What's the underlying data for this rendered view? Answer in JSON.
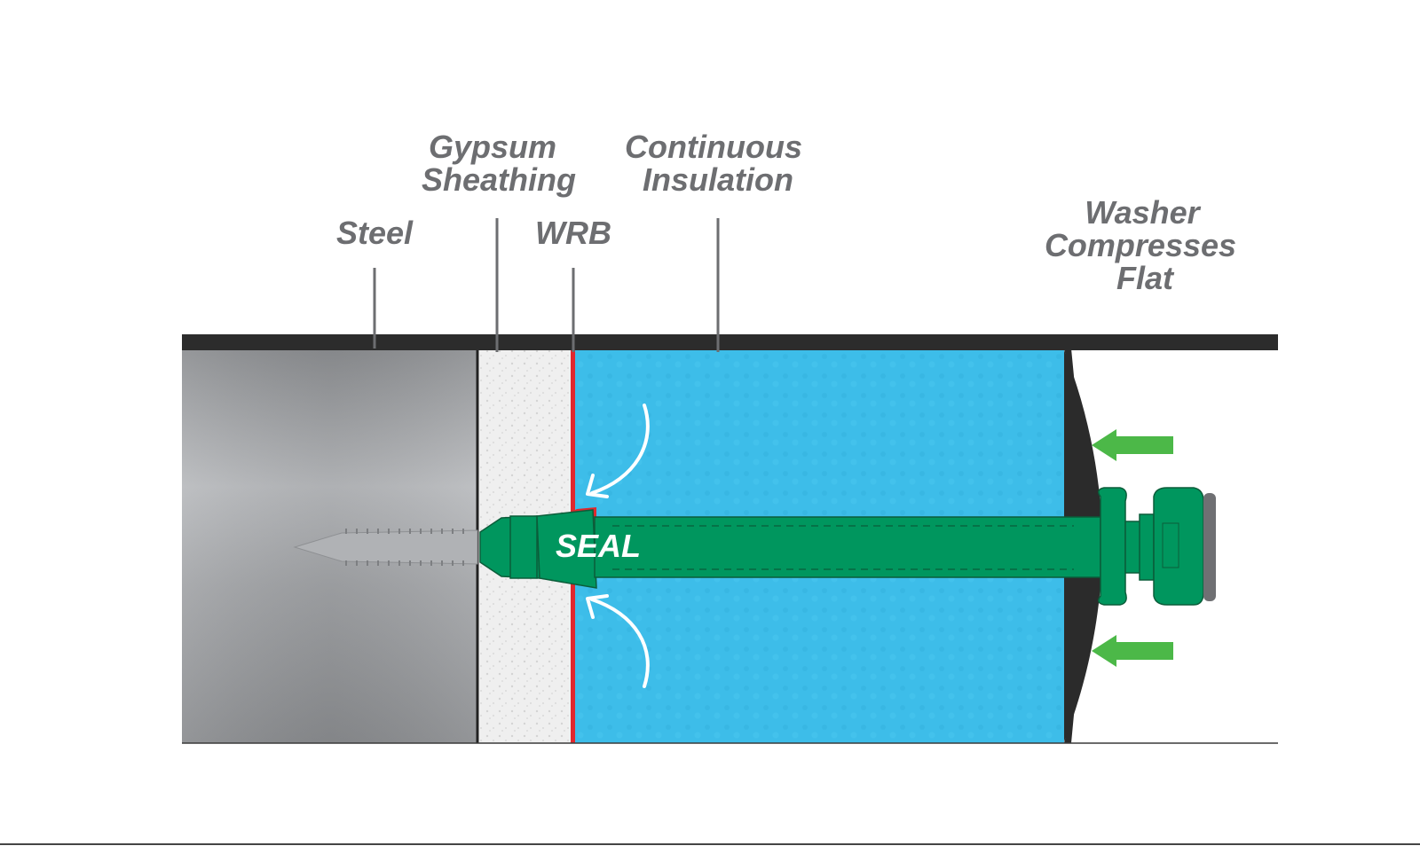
{
  "labels": {
    "steel": "Steel",
    "gypsum_line1": "Gypsum",
    "gypsum_line2": "Sheathing",
    "wrb": "WRB",
    "insulation_line1": "Continuous",
    "insulation_line2": "Insulation",
    "washer_line1": "Washer",
    "washer_line2": "Compresses",
    "washer_line3": "Flat",
    "seal": "SEAL"
  },
  "colors": {
    "steel": "#a7a9ac",
    "gypsum": "#eeeeee",
    "wrb": "#e0282e",
    "insulation": "#3cbde8",
    "fastener": "#00965e",
    "washer": "#2b2b2b",
    "arrow": "#4cb848",
    "label": "#6d6e71"
  }
}
